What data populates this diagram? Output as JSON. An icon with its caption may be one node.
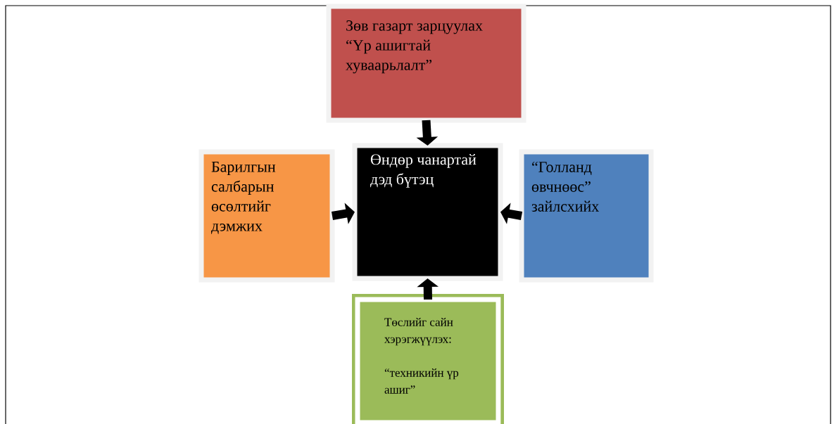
{
  "diagram": {
    "nodes": [
      {
        "text": [
          "Зөв газарт зарцуулах “Үр ашигтай хуваарьлалт”"
        ]
      },
      {
        "text": [
          "Өндөр чанартай дэд бүтэц"
        ]
      },
      {
        "text": [
          "Барилгын салбарын өсөлтийг дэмжих"
        ]
      },
      {
        "text": [
          "“Голланд өвчнөөс” зайлсхийх"
        ]
      },
      {
        "text": [
          "Төслийг сайн хэрэгжүүлэх:",
          "“техникийн үр ашиг”"
        ]
      }
    ],
    "edges": [
      {
        "from": 0,
        "to": 1,
        "arrow": "to"
      },
      {
        "from": 2,
        "to": 1,
        "arrow": "to"
      },
      {
        "from": 3,
        "to": 1,
        "arrow": "to"
      },
      {
        "from": 4,
        "to": 1,
        "arrow": "to"
      }
    ]
  }
}
